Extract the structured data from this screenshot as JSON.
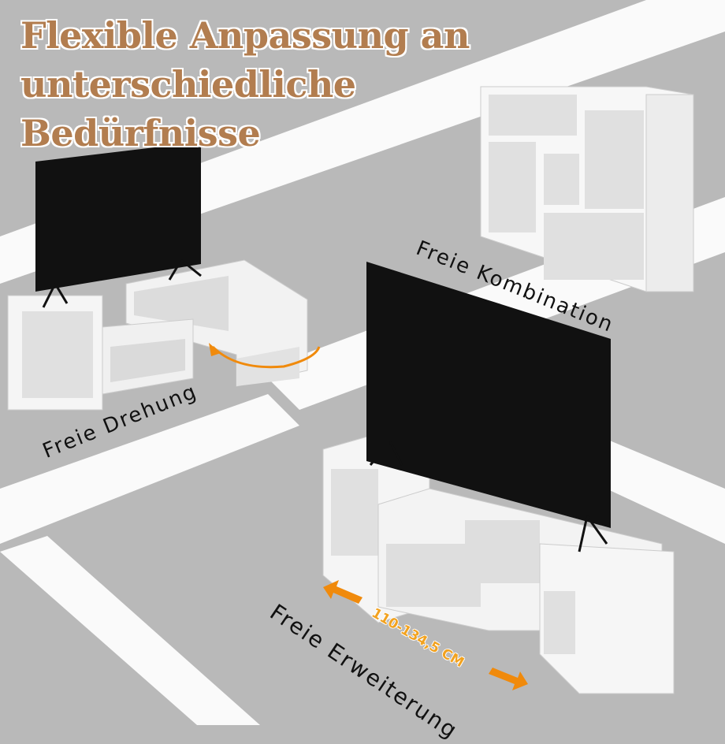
{
  "headline": {
    "line1": "Flexible Anpassung an",
    "line2": "unterschiedliche",
    "line3": "Bedürfnisse"
  },
  "features": {
    "rotation": "Freie Drehung",
    "combination": "Freie Kombination",
    "extension": "Freie Erweiterung"
  },
  "dimension": "110-134,5 CM",
  "colors": {
    "background": "#b9b9b9",
    "headline": "#b27d4f",
    "arrow": "#f08a0c",
    "furniture": "#f4f4f4",
    "tv": "#111111"
  }
}
